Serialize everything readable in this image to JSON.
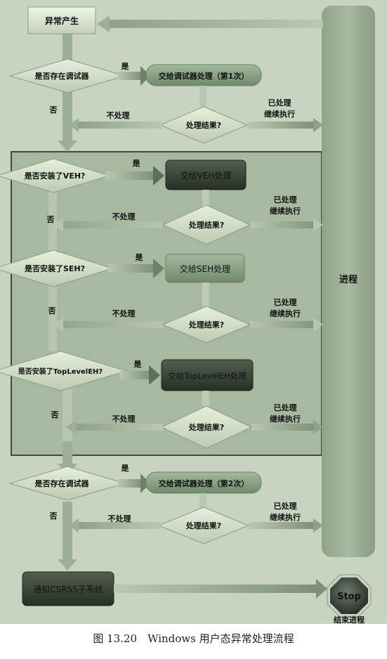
{
  "figure": {
    "caption": "图 13.20　Windows 用户态异常处理流程"
  },
  "nodes": {
    "exception_raised": "异常产生",
    "process": "进程",
    "debugger_check_1": "是否存在调试器",
    "debugger_handle_1": "交给调试器处理（第1次）",
    "result_1": "处理结果?",
    "veh_check": "是否安装了VEH?",
    "veh_handle": "交给VEH处理",
    "result_2": "处理结果?",
    "seh_check": "是否安装了SEH?",
    "seh_handle": "交给SEH处理",
    "result_3": "处理结果?",
    "tleh_check": "是否安装了TopLevelEH?",
    "tleh_handle": "交给TopLevelEH处理",
    "result_4": "处理结果?",
    "debugger_check_2": "是否存在调试器",
    "debugger_handle_2": "交给调试器处理（第2次）",
    "result_5": "处理结果?",
    "csrss": "通知CSRSS子系统",
    "stop": "Stop",
    "end_process": "结束进程"
  },
  "labels": {
    "yes": "是",
    "no": "否",
    "not_handled": "不处理",
    "handled_line1": "已处理",
    "handled_line2": "继续执行"
  },
  "colors": {
    "background": "#c7d4bf",
    "panel": "#a5b79e",
    "panel_border": "#222222",
    "box_light": "#e3efd7",
    "box_dark": "#2f3a2f",
    "box_mid": "#7f9a7b",
    "process_bar": "#9fb298",
    "arrow": "#8ea088"
  }
}
